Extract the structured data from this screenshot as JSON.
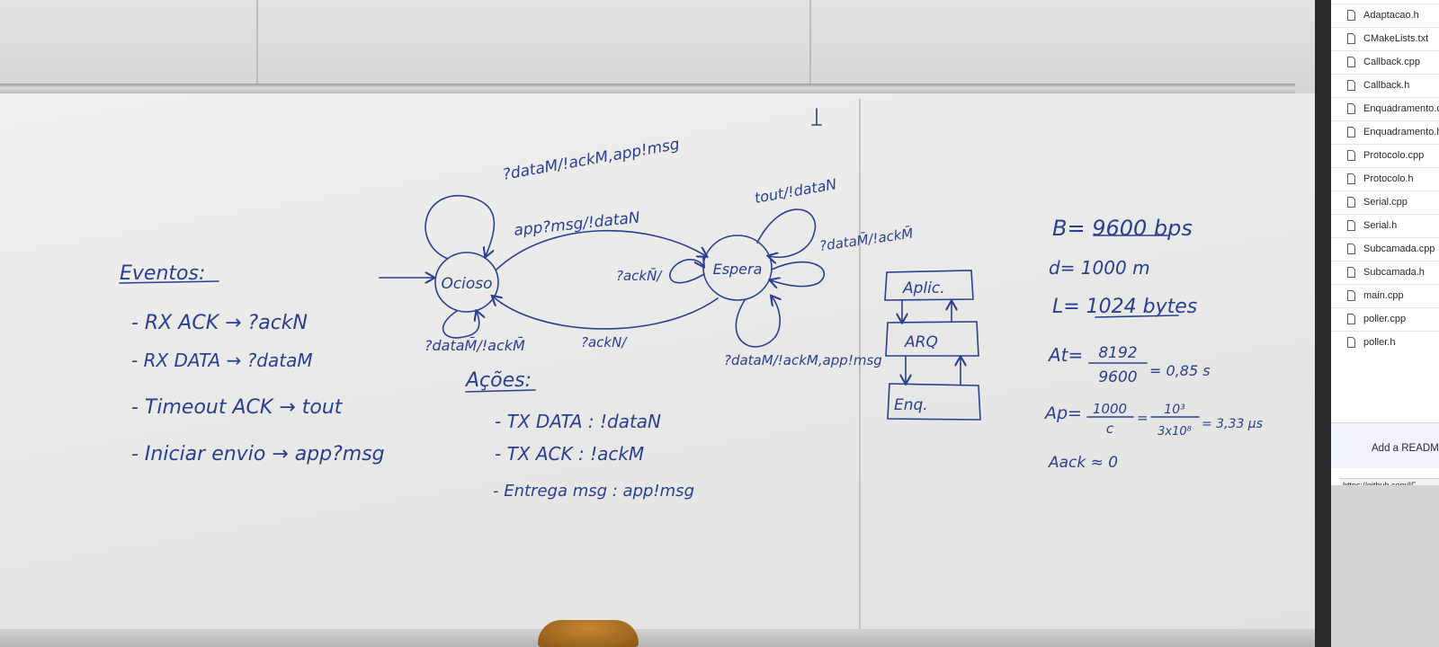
{
  "whiteboard": {
    "eventos": {
      "title": "Eventos:",
      "items": [
        "- RX ACK → ?ackN",
        "- RX DATA → ?dataM",
        "- Timeout ACK → tout",
        "- Iniciar envio → app?msg"
      ]
    },
    "acoes": {
      "title": "Ações:",
      "items": [
        "- TX DATA : !dataN",
        "- TX ACK : !ackM",
        "- Entrega msg : app!msg"
      ]
    },
    "fsm": {
      "states": [
        "Ocioso",
        "Espera"
      ],
      "transitions": {
        "ocioso_top_loop": "?dataM/!ackM,app!msg",
        "ocioso_to_espera": "app?msg/!dataN",
        "ocioso_bottom_loop": "?dataM̄/!ackM̄",
        "espera_to_ocioso": "?ackN/",
        "espera_left_loop": "?ackN̄/",
        "espera_tout_loop": "tout/!dataN",
        "espera_right_loop": "?dataM̄/!ackM̄",
        "espera_bottom_loop": "?dataM/!ackM,app!msg"
      }
    },
    "layers": [
      "Aplic.",
      "ARQ",
      "Enq."
    ],
    "calc": {
      "B": "B= 9600 bps",
      "d": "d= 1000 m",
      "L": "L= 1024 bytes",
      "At_lhs": "At=",
      "At_num": "8192",
      "At_den": "9600",
      "At_res": "= 0,85 s",
      "Ap_lhs": "Ap=",
      "Ap_num": "1000",
      "Ap_den": "c",
      "Ap_eq": "=",
      "Ap_num2": "10³",
      "Ap_den2": "3x10⁸",
      "Ap_res": "= 3,33 µs",
      "Aack": "Aack ≈ 0"
    }
  },
  "screen": {
    "files": [
      "Adaptacao.h",
      "CMakeLists.txt",
      "Callback.cpp",
      "Callback.h",
      "Enquadramento.cpp",
      "Enquadramento.h",
      "Protocolo.cpp",
      "Protocolo.h",
      "Serial.cpp",
      "Serial.h",
      "Subcamada.cpp",
      "Subcamada.h",
      "main.cpp",
      "poller.cpp",
      "poller.h"
    ],
    "readme_button": "Add a README",
    "url": "https://github.com/IF"
  },
  "colors": {
    "marker": "#2b3f8f",
    "board": "#ecece9",
    "screen": "#ffffff"
  }
}
